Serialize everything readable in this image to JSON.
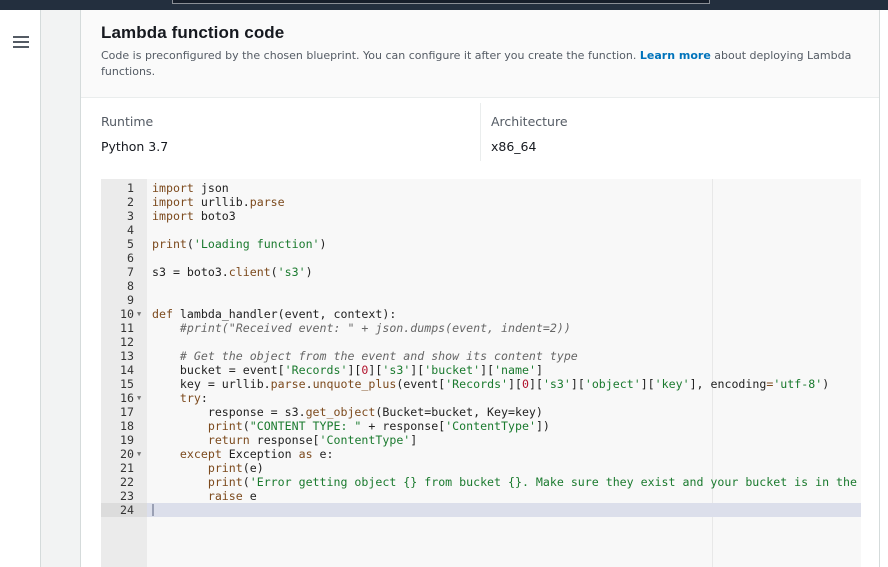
{
  "section": {
    "title": "Lambda function code",
    "description_before": "Code is preconfigured by the chosen blueprint. You can configure it after you create the function. ",
    "learn_more": "Learn more",
    "description_after": " about deploying Lambda functions."
  },
  "runtime": {
    "label": "Runtime",
    "value": "Python 3.7"
  },
  "architecture": {
    "label": "Architecture",
    "value": "x86_64"
  },
  "editor": {
    "active_line": 24,
    "fold_lines": [
      10,
      16,
      20
    ],
    "lines": [
      [
        [
          "k",
          "import"
        ],
        [
          "t",
          " json"
        ]
      ],
      [
        [
          "k",
          "import"
        ],
        [
          "t",
          " urllib."
        ],
        [
          "k",
          "parse"
        ]
      ],
      [
        [
          "k",
          "import"
        ],
        [
          "t",
          " boto3"
        ]
      ],
      [],
      [
        [
          "k",
          "print"
        ],
        [
          "t",
          "("
        ],
        [
          "s",
          "'Loading function'"
        ],
        [
          "t",
          ")"
        ]
      ],
      [],
      [
        [
          "t",
          "s3 = boto3."
        ],
        [
          "k",
          "client"
        ],
        [
          "t",
          "("
        ],
        [
          "s",
          "'s3'"
        ],
        [
          "t",
          ")"
        ]
      ],
      [],
      [],
      [
        [
          "k",
          "def"
        ],
        [
          "t",
          " lambda_handler(event, context):"
        ]
      ],
      [
        [
          "t",
          "    "
        ],
        [
          "c",
          "#print(\"Received event: \" + json.dumps(event, indent=2))"
        ]
      ],
      [],
      [
        [
          "t",
          "    "
        ],
        [
          "c",
          "# Get the object from the event and show its content type"
        ]
      ],
      [
        [
          "t",
          "    bucket = event["
        ],
        [
          "s",
          "'Records'"
        ],
        [
          "t",
          "]["
        ],
        [
          "n",
          "0"
        ],
        [
          "t",
          "]["
        ],
        [
          "s",
          "'s3'"
        ],
        [
          "t",
          "]["
        ],
        [
          "s",
          "'bucket'"
        ],
        [
          "t",
          "]["
        ],
        [
          "s",
          "'name'"
        ],
        [
          "t",
          "]"
        ]
      ],
      [
        [
          "t",
          "    key = urllib."
        ],
        [
          "k",
          "parse"
        ],
        [
          "t",
          "."
        ],
        [
          "k",
          "unquote_plus"
        ],
        [
          "t",
          "(event["
        ],
        [
          "s",
          "'Records'"
        ],
        [
          "t",
          "]["
        ],
        [
          "n",
          "0"
        ],
        [
          "t",
          "]["
        ],
        [
          "s",
          "'s3'"
        ],
        [
          "t",
          "]["
        ],
        [
          "s",
          "'object'"
        ],
        [
          "t",
          "]["
        ],
        [
          "s",
          "'key'"
        ],
        [
          "t",
          "], encoding"
        ],
        [
          "k",
          "="
        ],
        [
          "s",
          "'utf-8'"
        ],
        [
          "t",
          ")"
        ]
      ],
      [
        [
          "t",
          "    "
        ],
        [
          "k",
          "try"
        ],
        [
          "t",
          ":"
        ]
      ],
      [
        [
          "t",
          "        response = s3."
        ],
        [
          "k",
          "get_object"
        ],
        [
          "t",
          "(Bucket=bucket, Key=key)"
        ]
      ],
      [
        [
          "t",
          "        "
        ],
        [
          "k",
          "print"
        ],
        [
          "t",
          "("
        ],
        [
          "s",
          "\"CONTENT TYPE: \""
        ],
        [
          "t",
          " + response["
        ],
        [
          "s",
          "'ContentType'"
        ],
        [
          "t",
          "])"
        ]
      ],
      [
        [
          "t",
          "        "
        ],
        [
          "k",
          "return"
        ],
        [
          "t",
          " response["
        ],
        [
          "s",
          "'ContentType'"
        ],
        [
          "t",
          "]"
        ]
      ],
      [
        [
          "t",
          "    "
        ],
        [
          "k",
          "except"
        ],
        [
          "t",
          " Exception "
        ],
        [
          "k",
          "as"
        ],
        [
          "t",
          " e:"
        ]
      ],
      [
        [
          "t",
          "        "
        ],
        [
          "k",
          "print"
        ],
        [
          "t",
          "(e)"
        ]
      ],
      [
        [
          "t",
          "        "
        ],
        [
          "k",
          "print"
        ],
        [
          "t",
          "("
        ],
        [
          "s",
          "'Error getting object {} from bucket {}. Make sure they exist and your bucket is in the same region as this function.'"
        ]
      ],
      [
        [
          "t",
          "        "
        ],
        [
          "k",
          "raise"
        ],
        [
          "t",
          " e"
        ]
      ],
      []
    ]
  }
}
